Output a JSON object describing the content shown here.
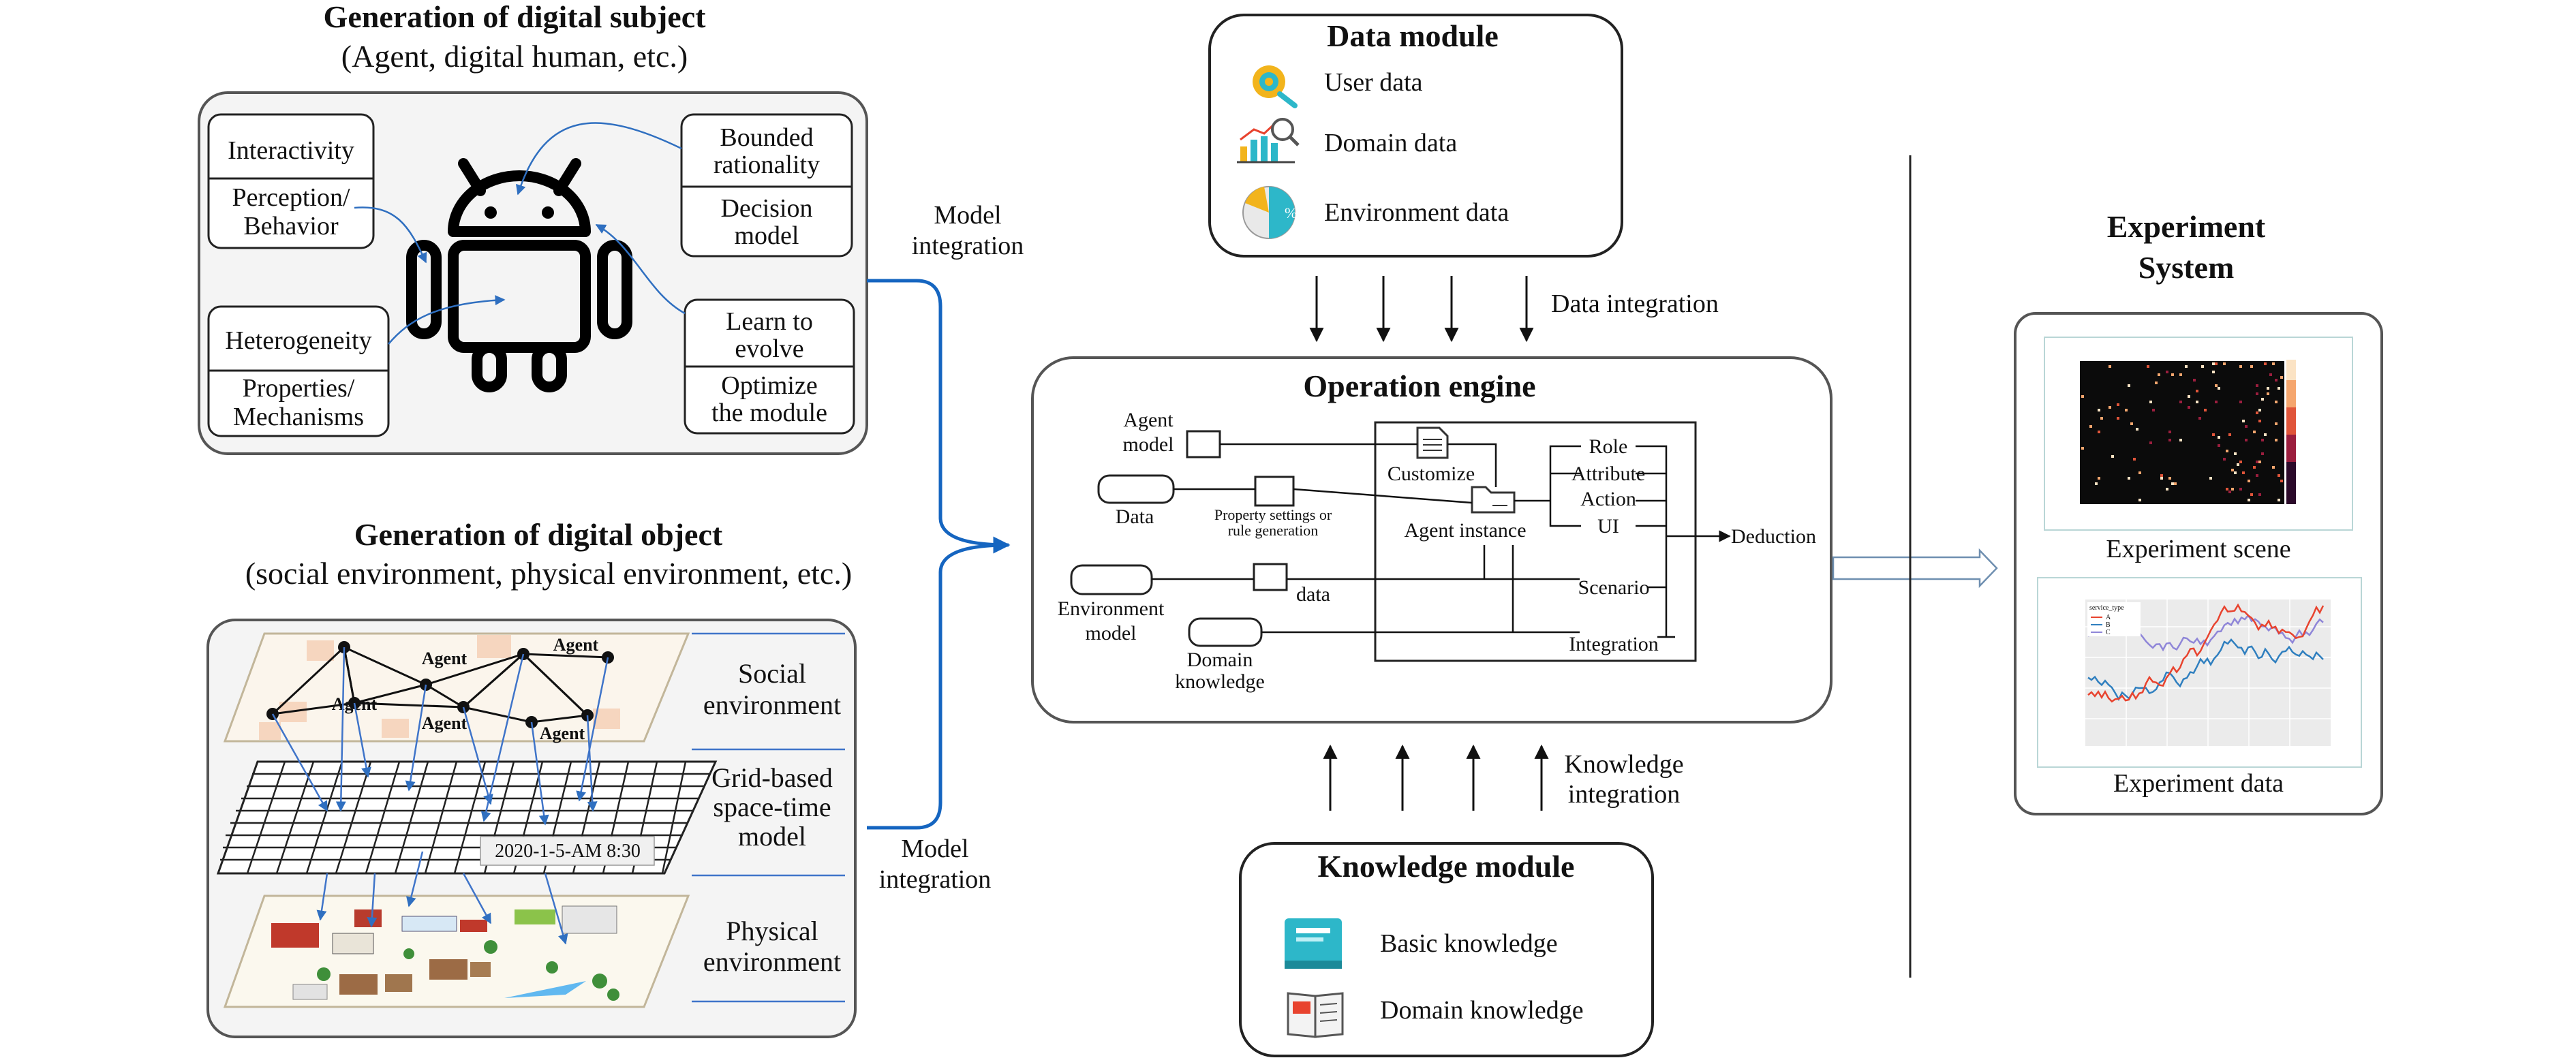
{
  "subject": {
    "title": "Generation of  digital subject",
    "subtitle": "(Agent, digital human, etc.)",
    "interactivity": "Interactivity",
    "perception_1": "Perception/",
    "perception_2": "Behavior",
    "heterogeneity": "Heterogeneity",
    "properties_1": "Properties/",
    "properties_2": "Mechanisms",
    "bounded_1": "Bounded",
    "bounded_2": "rationality",
    "decision_1": "Decision",
    "decision_2": "model",
    "learn_1": "Learn to",
    "learn_2": "evolve",
    "optimize_1": "Optimize",
    "optimize_2": "the module"
  },
  "object": {
    "title": "Generation of  digital object",
    "subtitle": "(social environment, physical environment, etc.)",
    "agent_label": "Agent",
    "social_1": "Social",
    "social_2": "environment",
    "grid_1": "Grid-based",
    "grid_2": "space-time",
    "grid_3": "model",
    "physical_1": "Physical",
    "physical_2": "environment",
    "timestamp": "2020-1-5-AM 8:30"
  },
  "model_integration_1": "Model",
  "model_integration_2": "integration",
  "data_module": {
    "title": "Data module",
    "user": "User data",
    "domain": "Domain data",
    "environment": "Environment data",
    "integration": "Data integration"
  },
  "engine": {
    "title": "Operation engine",
    "agent_model_1": "Agent",
    "agent_model_2": "model",
    "data": "Data",
    "property_1": "Property settings or",
    "property_2": "rule generation",
    "environment_model_1": "Environment",
    "environment_model_2": "model",
    "data_small": "data",
    "domain_knowledge_1": "Domain",
    "domain_knowledge_2": "knowledge",
    "customize": "Customize",
    "agent_instance": "Agent instance",
    "role": "Role",
    "attribute": "Attribute",
    "action": "Action",
    "ui": "UI",
    "scenario": "Scenario",
    "integration": "Integration",
    "deduction": "Deduction"
  },
  "knowledge_module": {
    "title": "Knowledge module",
    "basic": "Basic knowledge",
    "domain": "Domain knowledge",
    "integration_1": "Knowledge",
    "integration_2": "integration"
  },
  "experiment": {
    "title_1": "Experiment",
    "title_2": "System",
    "scene": "Experiment scene",
    "data": "Experiment data",
    "legend_title": "service_type",
    "legend": [
      "A",
      "B",
      "C"
    ],
    "series_colors": [
      "#e8432e",
      "#2f7fbf",
      "#8f86d8"
    ]
  }
}
